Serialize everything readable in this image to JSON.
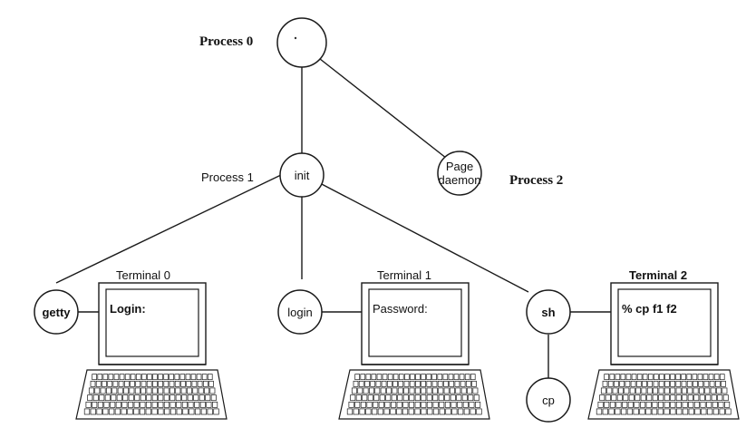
{
  "labels": {
    "process0": "Process 0",
    "process1": "Process 1",
    "process2": "Process 2",
    "terminal0": "Terminal 0",
    "terminal1": "Terminal 1",
    "terminal2": "Terminal 2"
  },
  "nodes": {
    "init": "init",
    "page_line1": "Page",
    "page_line2": "daemon",
    "getty": "getty",
    "login": "login",
    "sh": "sh",
    "cp": "cp"
  },
  "screens": {
    "terminal0": "Login:",
    "terminal1": "Password:",
    "terminal2": "% cp f1 f2"
  }
}
